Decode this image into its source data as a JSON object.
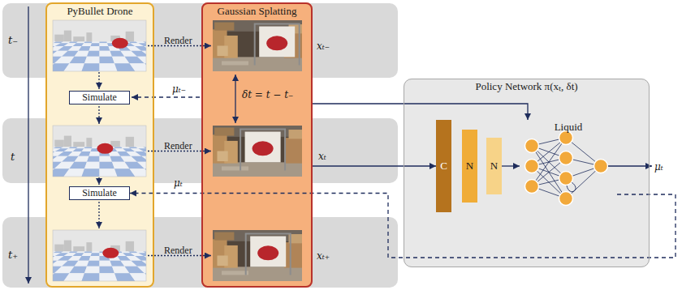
{
  "diagram": {
    "nodes": [
      {
        "text": [
          "PyBullet Drone"
        ]
      },
      {
        "text": [
          "Simulate"
        ],
        "in": 0
      },
      {
        "text": [
          "Simulate"
        ],
        "in": 0
      },
      {
        "text": [
          "Gaussian Splatting"
        ]
      },
      {
        "text": [
          "Policy Network π(xₜ, δt)"
        ]
      },
      {
        "text": [
          "C"
        ],
        "in": 4
      },
      {
        "text": [
          "N"
        ],
        "in": 4
      },
      {
        "text": [
          "N"
        ],
        "in": 4
      },
      {
        "text": [
          "Liquid"
        ],
        "in": 4
      }
    ],
    "edges": [
      {
        "from": 3,
        "to": 5,
        "arrow": "to"
      },
      {
        "from": 7,
        "to": 8,
        "arrow": "to"
      },
      {
        "from": 3,
        "to": 8,
        "arrow": "to"
      },
      {
        "from": 8,
        "to": 2,
        "arrow": "to",
        "label": "μₜ"
      }
    ],
    "labels": [
      "t₋",
      "t",
      "t₊",
      "Render",
      "Render",
      "Render",
      "xₜ₋",
      "xₜ",
      "xₜ₊",
      "δt = t − t₋",
      "μₜ₋",
      "μₜ"
    ]
  }
}
